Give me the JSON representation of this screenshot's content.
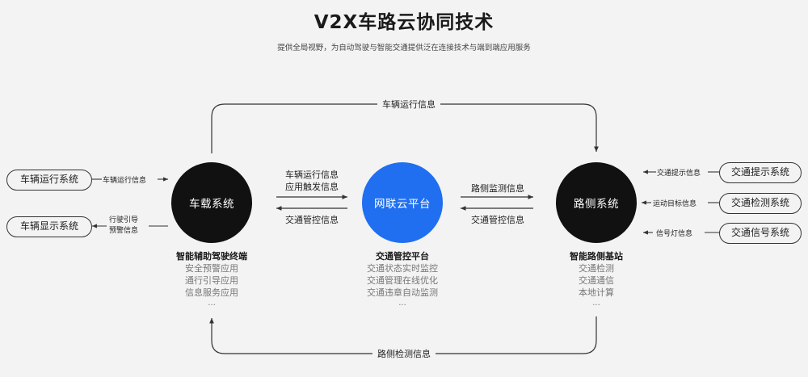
{
  "title": "V2X车路云协同技术",
  "subtitle": "提供全局视野，为自动驾驶与智能交通提供泛在连接技术与端到端应用服务",
  "nodes": {
    "vehicle": "车载系统",
    "cloud": "网联云平台",
    "roadside": "路侧系统"
  },
  "top_loop_label": "车辆运行信息",
  "bottom_loop_label": "路侧检测信息",
  "vehicle_cloud": {
    "up_line1": "车辆运行信息",
    "up_line2": "应用触发信息",
    "down": "交通管控信息"
  },
  "cloud_roadside": {
    "up": "路侧监测信息",
    "down": "交通管控信息"
  },
  "left_systems": [
    {
      "name": "车辆运行系统",
      "label": "车辆运行信息"
    },
    {
      "name": "车辆显示系统",
      "label_line1": "行驶引导",
      "label_line2": "预警信息"
    }
  ],
  "right_systems": [
    {
      "name": "交通提示系统",
      "label": "交通提示信息"
    },
    {
      "name": "交通检测系统",
      "label": "运动目标信息"
    },
    {
      "name": "交通信号系统",
      "label": "信号灯信息"
    }
  ],
  "vehicle_list": {
    "head": "智能辅助驾驶终端",
    "items": [
      "安全预警应用",
      "通行引导应用",
      "信息服务应用"
    ],
    "more": "..."
  },
  "cloud_list": {
    "head": "交通管控平台",
    "items": [
      "交通状态实时监控",
      "交通管理在线优化",
      "交通违章自动监测"
    ],
    "more": "..."
  },
  "roadside_list": {
    "head": "智能路侧基站",
    "items": [
      "交通检测",
      "交通通信",
      "本地计算"
    ],
    "more": "..."
  }
}
